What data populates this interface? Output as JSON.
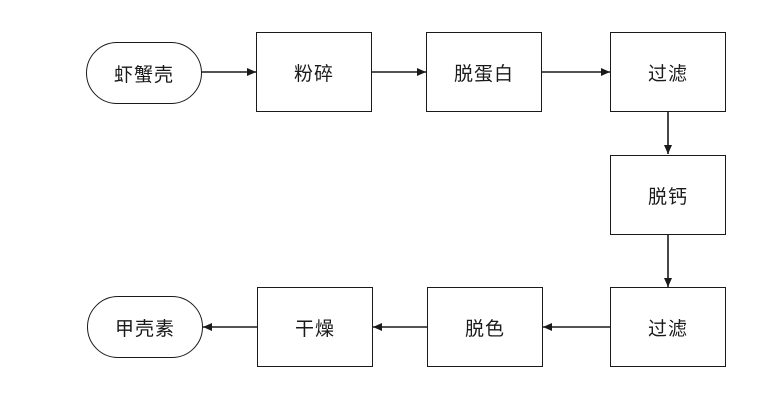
{
  "diagram": {
    "nodes": [
      {
        "id": "start",
        "label": "虾蟹壳",
        "shape": "terminal"
      },
      {
        "id": "crush",
        "label": "粉碎",
        "shape": "process"
      },
      {
        "id": "deprotein",
        "label": "脱蛋白",
        "shape": "process"
      },
      {
        "id": "filter1",
        "label": "过滤",
        "shape": "process"
      },
      {
        "id": "decalcify",
        "label": "脱钙",
        "shape": "process"
      },
      {
        "id": "filter2",
        "label": "过滤",
        "shape": "process"
      },
      {
        "id": "decolor",
        "label": "脱色",
        "shape": "process"
      },
      {
        "id": "dry",
        "label": "干燥",
        "shape": "process"
      },
      {
        "id": "end",
        "label": "甲壳素",
        "shape": "terminal"
      }
    ],
    "edges": [
      {
        "from": "start",
        "to": "crush"
      },
      {
        "from": "crush",
        "to": "deprotein"
      },
      {
        "from": "deprotein",
        "to": "filter1"
      },
      {
        "from": "filter1",
        "to": "decalcify"
      },
      {
        "from": "decalcify",
        "to": "filter2"
      },
      {
        "from": "filter2",
        "to": "decolor"
      },
      {
        "from": "decolor",
        "to": "dry"
      },
      {
        "from": "dry",
        "to": "end"
      }
    ]
  }
}
